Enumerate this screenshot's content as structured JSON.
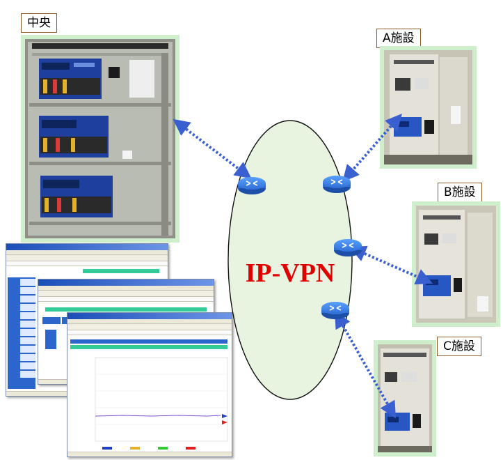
{
  "labels": {
    "center": "中央",
    "facility_a": "A施設",
    "facility_b": "B施設",
    "facility_c": "C施設"
  },
  "network": {
    "name": "IP-VPN",
    "color": "#e00000",
    "ellipse_fill": "#e8f4e0"
  },
  "colors": {
    "link_arrow": "#3a5fd0",
    "router_body": "#2f6fd6",
    "photo_frame": "#cfeecb",
    "label_border": "#8a5a2b"
  },
  "icons": {
    "router": "router-icon",
    "link": "bidirectional-dotted-arrow"
  }
}
